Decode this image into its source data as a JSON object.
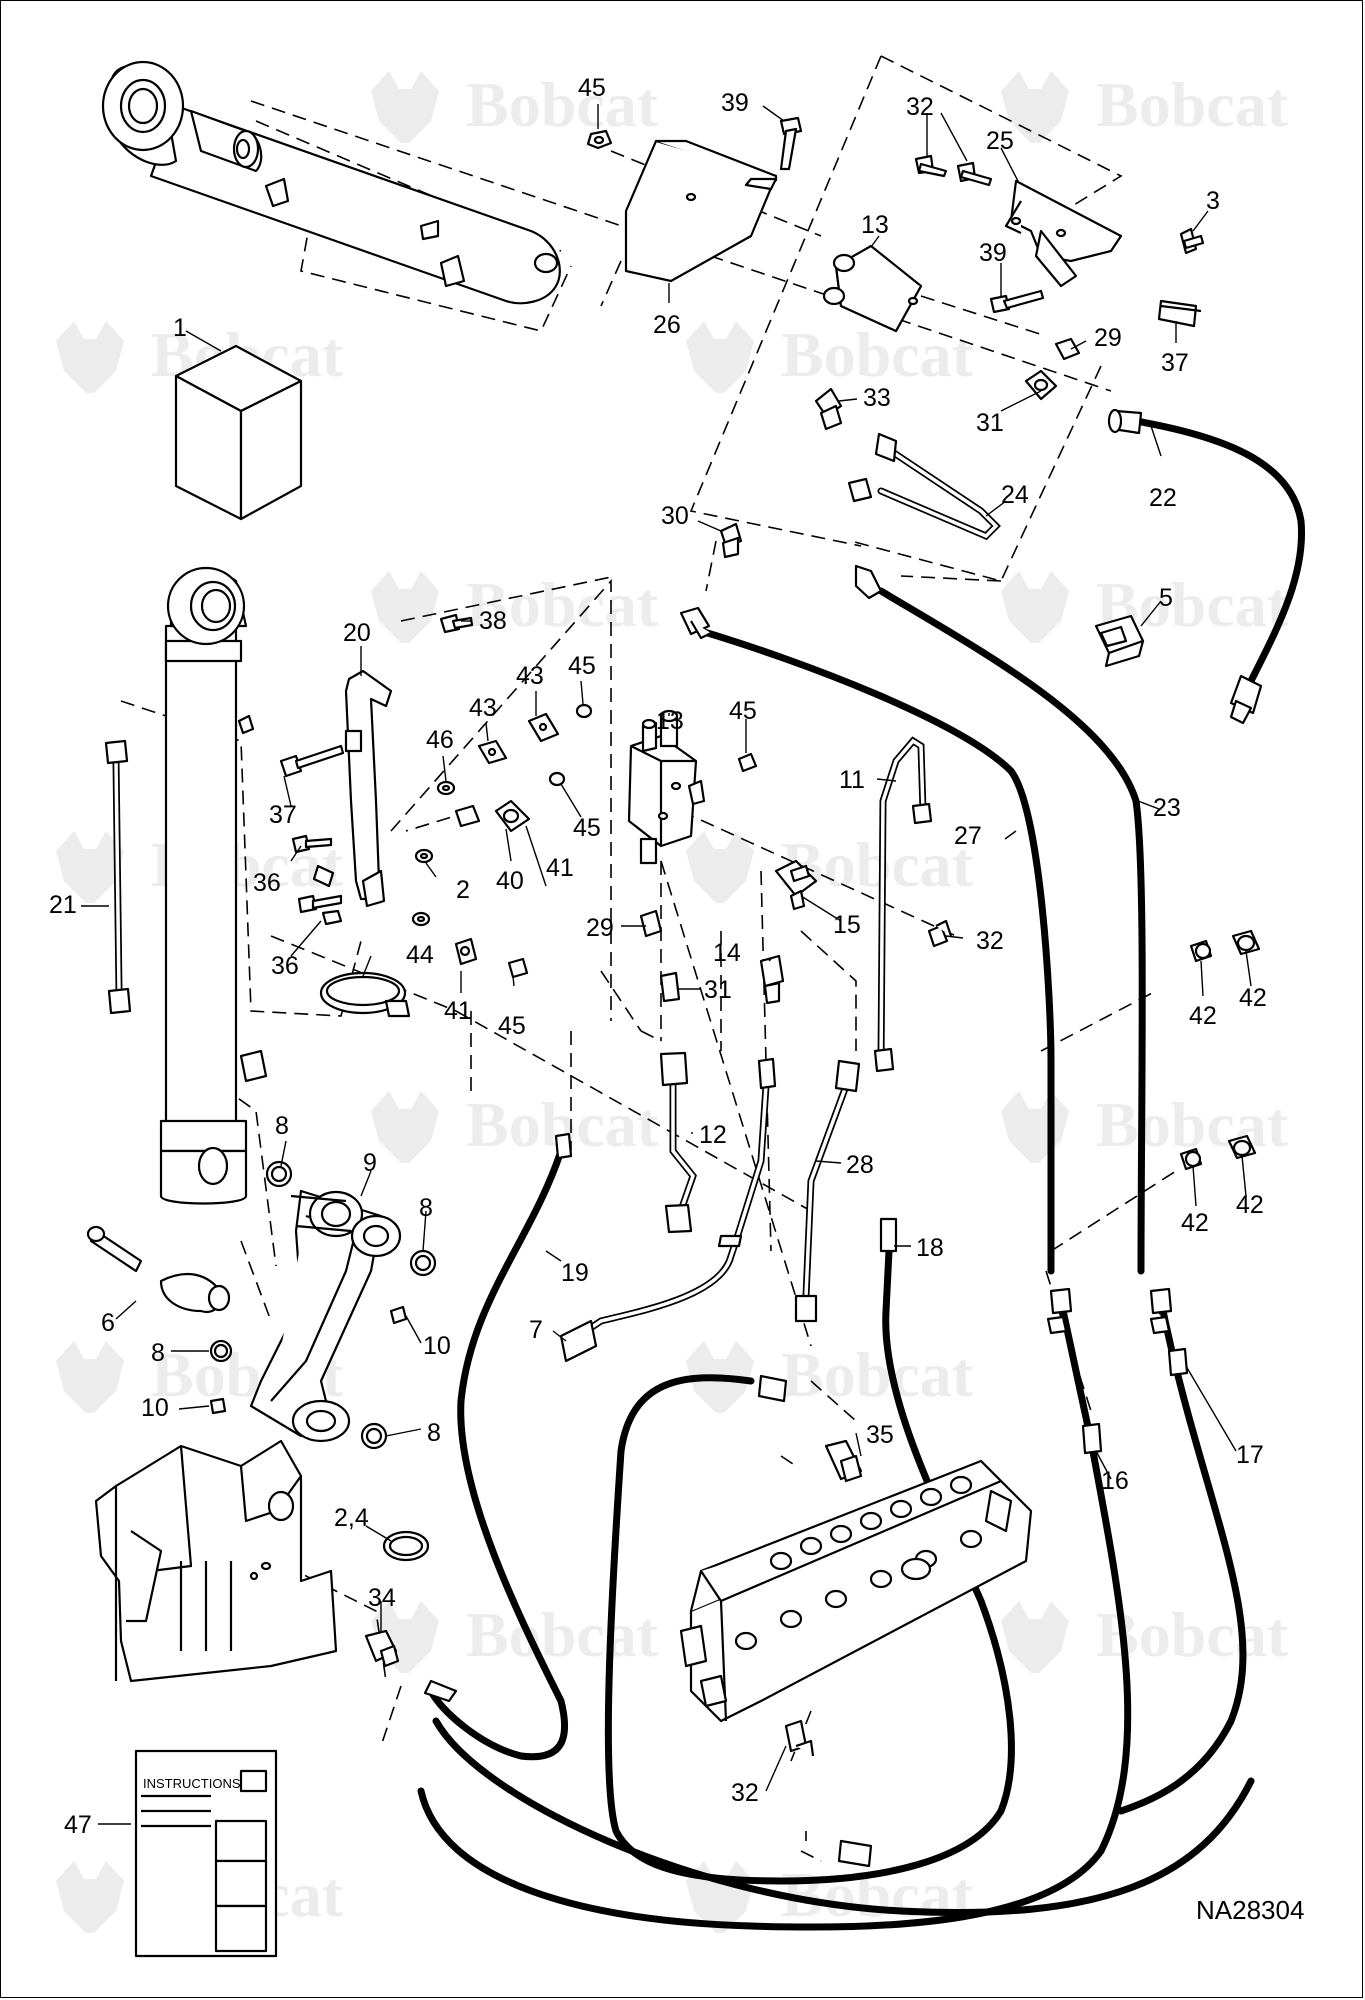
{
  "watermark": {
    "brand": "Bobcat",
    "registered": "®"
  },
  "drawing_code": "NA28304",
  "instructions_label": "INSTRUCTIONS",
  "callouts": [
    {
      "id": "c45a",
      "text": "45"
    },
    {
      "id": "c39a",
      "text": "39"
    },
    {
      "id": "c32a",
      "text": "32"
    },
    {
      "id": "c25",
      "text": "25"
    },
    {
      "id": "c3",
      "text": "3"
    },
    {
      "id": "c13a",
      "text": "13"
    },
    {
      "id": "c39b",
      "text": "39"
    },
    {
      "id": "c26",
      "text": "26"
    },
    {
      "id": "c37a",
      "text": "37"
    },
    {
      "id": "c29a",
      "text": "29"
    },
    {
      "id": "c1",
      "text": "1"
    },
    {
      "id": "c33",
      "text": "33"
    },
    {
      "id": "c31a",
      "text": "31"
    },
    {
      "id": "c22",
      "text": "22"
    },
    {
      "id": "c24",
      "text": "24"
    },
    {
      "id": "c30",
      "text": "30"
    },
    {
      "id": "c5",
      "text": "5"
    },
    {
      "id": "c20",
      "text": "20"
    },
    {
      "id": "c38",
      "text": "38"
    },
    {
      "id": "c43a",
      "text": "43"
    },
    {
      "id": "c45b",
      "text": "45"
    },
    {
      "id": "c43b",
      "text": "43"
    },
    {
      "id": "c13b",
      "text": "13"
    },
    {
      "id": "c45c",
      "text": "45"
    },
    {
      "id": "c46",
      "text": "46"
    },
    {
      "id": "c11",
      "text": "11"
    },
    {
      "id": "c37b",
      "text": "37"
    },
    {
      "id": "c45d",
      "text": "45"
    },
    {
      "id": "c27",
      "text": "27"
    },
    {
      "id": "c23",
      "text": "23"
    },
    {
      "id": "c21",
      "text": "21"
    },
    {
      "id": "c36a",
      "text": "36"
    },
    {
      "id": "c41a",
      "text": "41"
    },
    {
      "id": "c40",
      "text": "40"
    },
    {
      "id": "c2a",
      "text": "2"
    },
    {
      "id": "c29b",
      "text": "29"
    },
    {
      "id": "c15",
      "text": "15"
    },
    {
      "id": "c32b",
      "text": "32"
    },
    {
      "id": "c36b",
      "text": "36"
    },
    {
      "id": "c44",
      "text": "44"
    },
    {
      "id": "c14",
      "text": "14"
    },
    {
      "id": "c31b",
      "text": "31"
    },
    {
      "id": "c41b",
      "text": "41"
    },
    {
      "id": "c45e",
      "text": "45"
    },
    {
      "id": "c42a",
      "text": "42"
    },
    {
      "id": "c42b",
      "text": "42"
    },
    {
      "id": "c8a",
      "text": "8"
    },
    {
      "id": "c9",
      "text": "9"
    },
    {
      "id": "c12",
      "text": "12"
    },
    {
      "id": "c28",
      "text": "28"
    },
    {
      "id": "c42c",
      "text": "42"
    },
    {
      "id": "c42d",
      "text": "42"
    },
    {
      "id": "c8b",
      "text": "8"
    },
    {
      "id": "c18",
      "text": "18"
    },
    {
      "id": "c19",
      "text": "19"
    },
    {
      "id": "c6",
      "text": "6"
    },
    {
      "id": "c10a",
      "text": "10"
    },
    {
      "id": "c7",
      "text": "7"
    },
    {
      "id": "c8c",
      "text": "8"
    },
    {
      "id": "c10b",
      "text": "10"
    },
    {
      "id": "c8d",
      "text": "8"
    },
    {
      "id": "c35",
      "text": "35"
    },
    {
      "id": "c16",
      "text": "16"
    },
    {
      "id": "c17",
      "text": "17"
    },
    {
      "id": "c24b",
      "text": "2,4"
    },
    {
      "id": "c34",
      "text": "34"
    },
    {
      "id": "c47",
      "text": "47"
    },
    {
      "id": "c32c",
      "text": "32"
    }
  ]
}
